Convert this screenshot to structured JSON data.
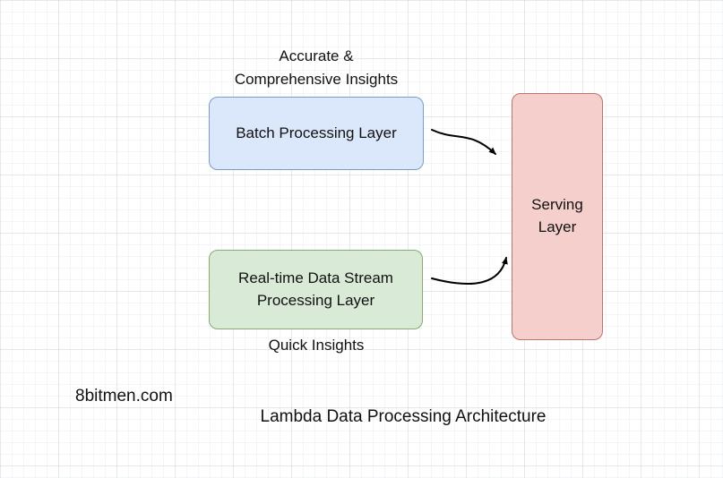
{
  "title": "Lambda Data Processing Architecture",
  "watermark": "8bitmen.com",
  "annotations": {
    "top_line1": "Accurate &",
    "top_line2": "Comprehensive Insights",
    "quick": "Quick Insights"
  },
  "nodes": {
    "batch": {
      "label": "Batch Processing Layer",
      "fill": "#dbe8fb",
      "border": "#7b9bc8"
    },
    "realtime": {
      "line1": "Real-time Data Stream",
      "line2": "Processing Layer",
      "fill": "#d9ead7",
      "border": "#87ab71"
    },
    "serving": {
      "line1": "Serving",
      "line2": "Layer",
      "fill": "#f5cfcc",
      "border": "#c0716c"
    }
  },
  "edges": [
    {
      "name": "batch-to-serving",
      "from": "batch",
      "to": "serving"
    },
    {
      "name": "realtime-to-serving",
      "from": "realtime",
      "to": "serving"
    }
  ],
  "colors": {
    "arrow": "#000000",
    "text": "#111111",
    "grid": "#bec8cd"
  }
}
